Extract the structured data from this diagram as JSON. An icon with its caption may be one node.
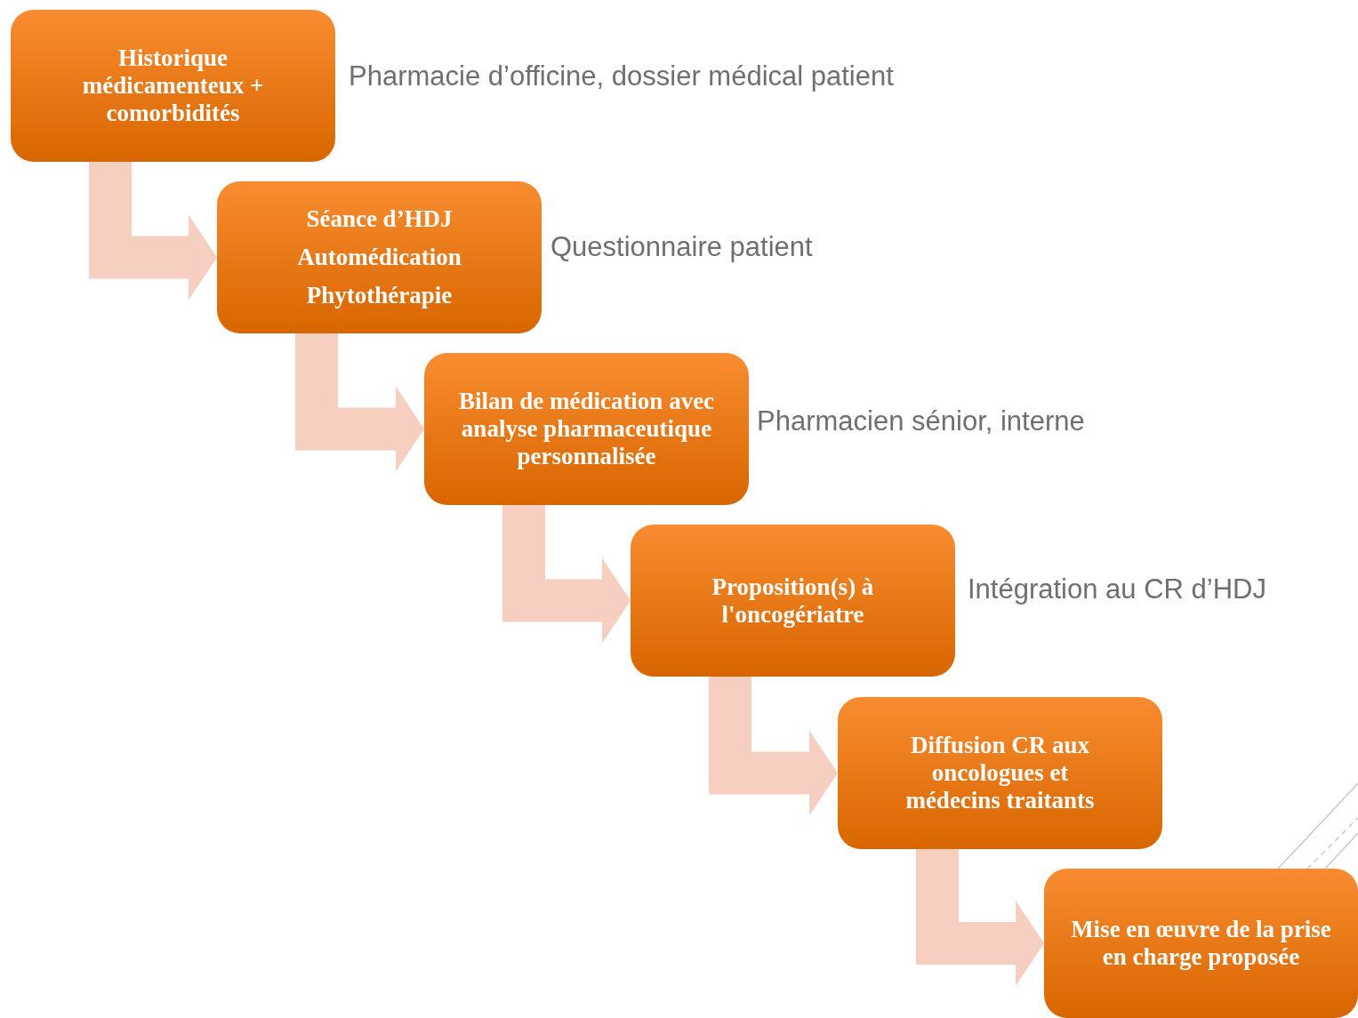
{
  "diagram": {
    "nodes": [
      {
        "text": [
          "Historique médicamenteux + comorbidités"
        ],
        "beside": [
          "Pharmacie d’officine, dossier médical patient"
        ]
      },
      {
        "text": [
          "Séance d’HDJ",
          "Automédication",
          "Phytothérapie"
        ],
        "beside": [
          "Questionnaire patient"
        ]
      },
      {
        "text": [
          "Bilan de médication avec analyse pharmaceutique personnalisée"
        ],
        "beside": [
          "Pharmacien sénior, interne"
        ]
      },
      {
        "text": [
          "Proposition(s) à l'oncogériatre"
        ],
        "beside": [
          "Intégration au CR d’HDJ"
        ]
      },
      {
        "text": [
          "Diffusion CR aux oncologues et médecins traitants"
        ]
      },
      {
        "text": [
          "Mise en œuvre de la prise en charge proposée"
        ]
      }
    ],
    "edges": [
      {
        "from": 0,
        "to": 1,
        "arrow": "to"
      },
      {
        "from": 1,
        "to": 2,
        "arrow": "to"
      },
      {
        "from": 2,
        "to": 3,
        "arrow": "to"
      },
      {
        "from": 3,
        "to": 4,
        "arrow": "to"
      },
      {
        "from": 4,
        "to": 5,
        "arrow": "to"
      }
    ]
  }
}
